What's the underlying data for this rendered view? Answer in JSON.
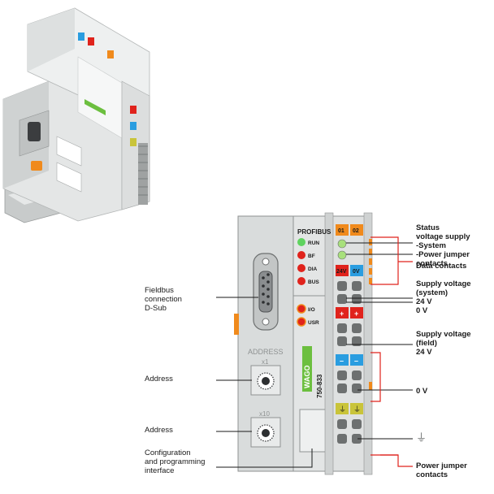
{
  "module": {
    "bus_name": "PROFIBUS",
    "leds": [
      {
        "label": "RUN",
        "color": "#5fd35f"
      },
      {
        "label": "BF",
        "color": "#e0231c"
      },
      {
        "label": "DIA",
        "color": "#e0231c"
      },
      {
        "label": "BUS",
        "color": "#e0231c"
      }
    ],
    "user_leds": [
      "I/O",
      "USR"
    ],
    "address_label": "ADDRESS",
    "switch_x1": "x1",
    "switch_x10": "x10",
    "brand": "WAGO",
    "model": "750-833",
    "terminal_tags": [
      "01",
      "02",
      "24V",
      "0V",
      "+",
      "+",
      "–",
      "–",
      "⏚",
      "⏚"
    ]
  },
  "callouts": {
    "fieldbus": "Fieldbus\nconnection\nD-Sub",
    "address_1": "Address",
    "address_2": "Address",
    "config": "Configuration\nand programming\ninterface",
    "status": "Status\nvoltage supply\n-System\n-Power jumper contacts",
    "data_contacts": "Data contacts",
    "supply_system": "Supply voltage (system)\n24 V\n0 V",
    "supply_field": "Supply voltage (field)\n24 V",
    "zero_v": "0 V",
    "ground": "⏚",
    "power_jumper": "Power jumper contacts"
  },
  "colors": {
    "housing": "#d9dcdc",
    "wago_green": "#6cbf3f",
    "orange": "#f08a1c",
    "red": "#e0231c",
    "blue": "#2a9de0",
    "yellow_green": "#c9c43a",
    "leader_red": "#e0231c"
  }
}
